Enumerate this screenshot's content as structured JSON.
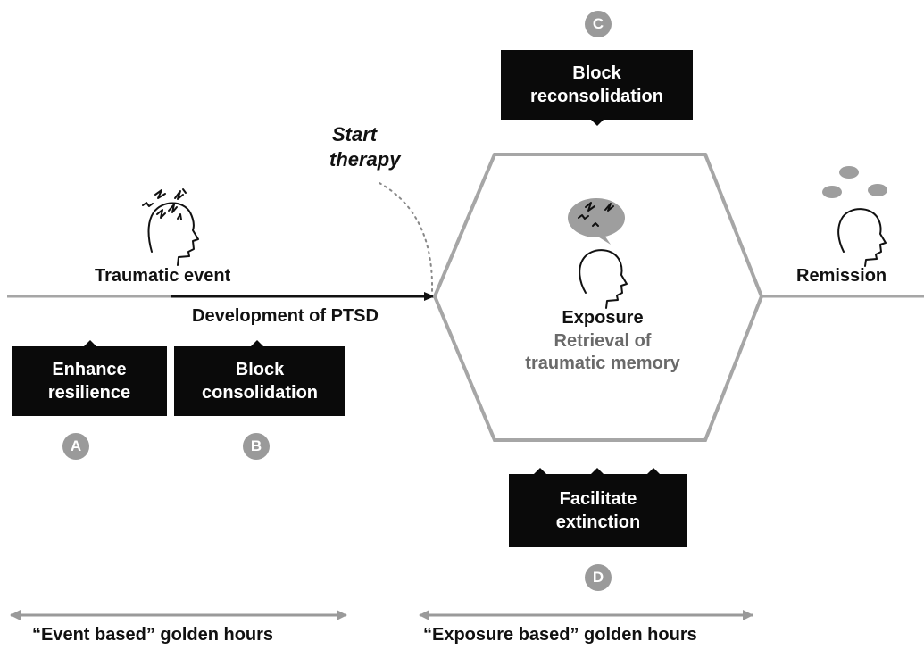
{
  "labels": {
    "traumatic_event": "Traumatic event",
    "development": "Development of PTSD",
    "start_therapy_line1": "Start",
    "start_therapy_line2": "therapy",
    "remission": "Remission",
    "exposure": "Exposure",
    "retrieval_line1": "Retrieval of",
    "retrieval_line2": "traumatic memory"
  },
  "boxes": {
    "a": {
      "line1": "Enhance",
      "line2": "resilience"
    },
    "b": {
      "line1": "Block",
      "line2": "consolidation"
    },
    "c": {
      "line1": "Block",
      "line2": "reconsolidation"
    },
    "d": {
      "line1": "Facilitate",
      "line2": "extinction"
    }
  },
  "badges": {
    "a": "A",
    "b": "B",
    "c": "C",
    "d": "D"
  },
  "golden_hours": {
    "event": "“Event based” golden hours",
    "exposure": "“Exposure based” golden hours"
  },
  "colors": {
    "box": "#0a0a0a",
    "line": "#a6a6a6",
    "badge": "#9a9a9a",
    "bubble": "#9e9e9e"
  },
  "icons": [
    "head-stress-icon",
    "head-exposure-icon",
    "head-remission-icon",
    "lightning-bolt-icon",
    "thought-bubble-icon"
  ]
}
